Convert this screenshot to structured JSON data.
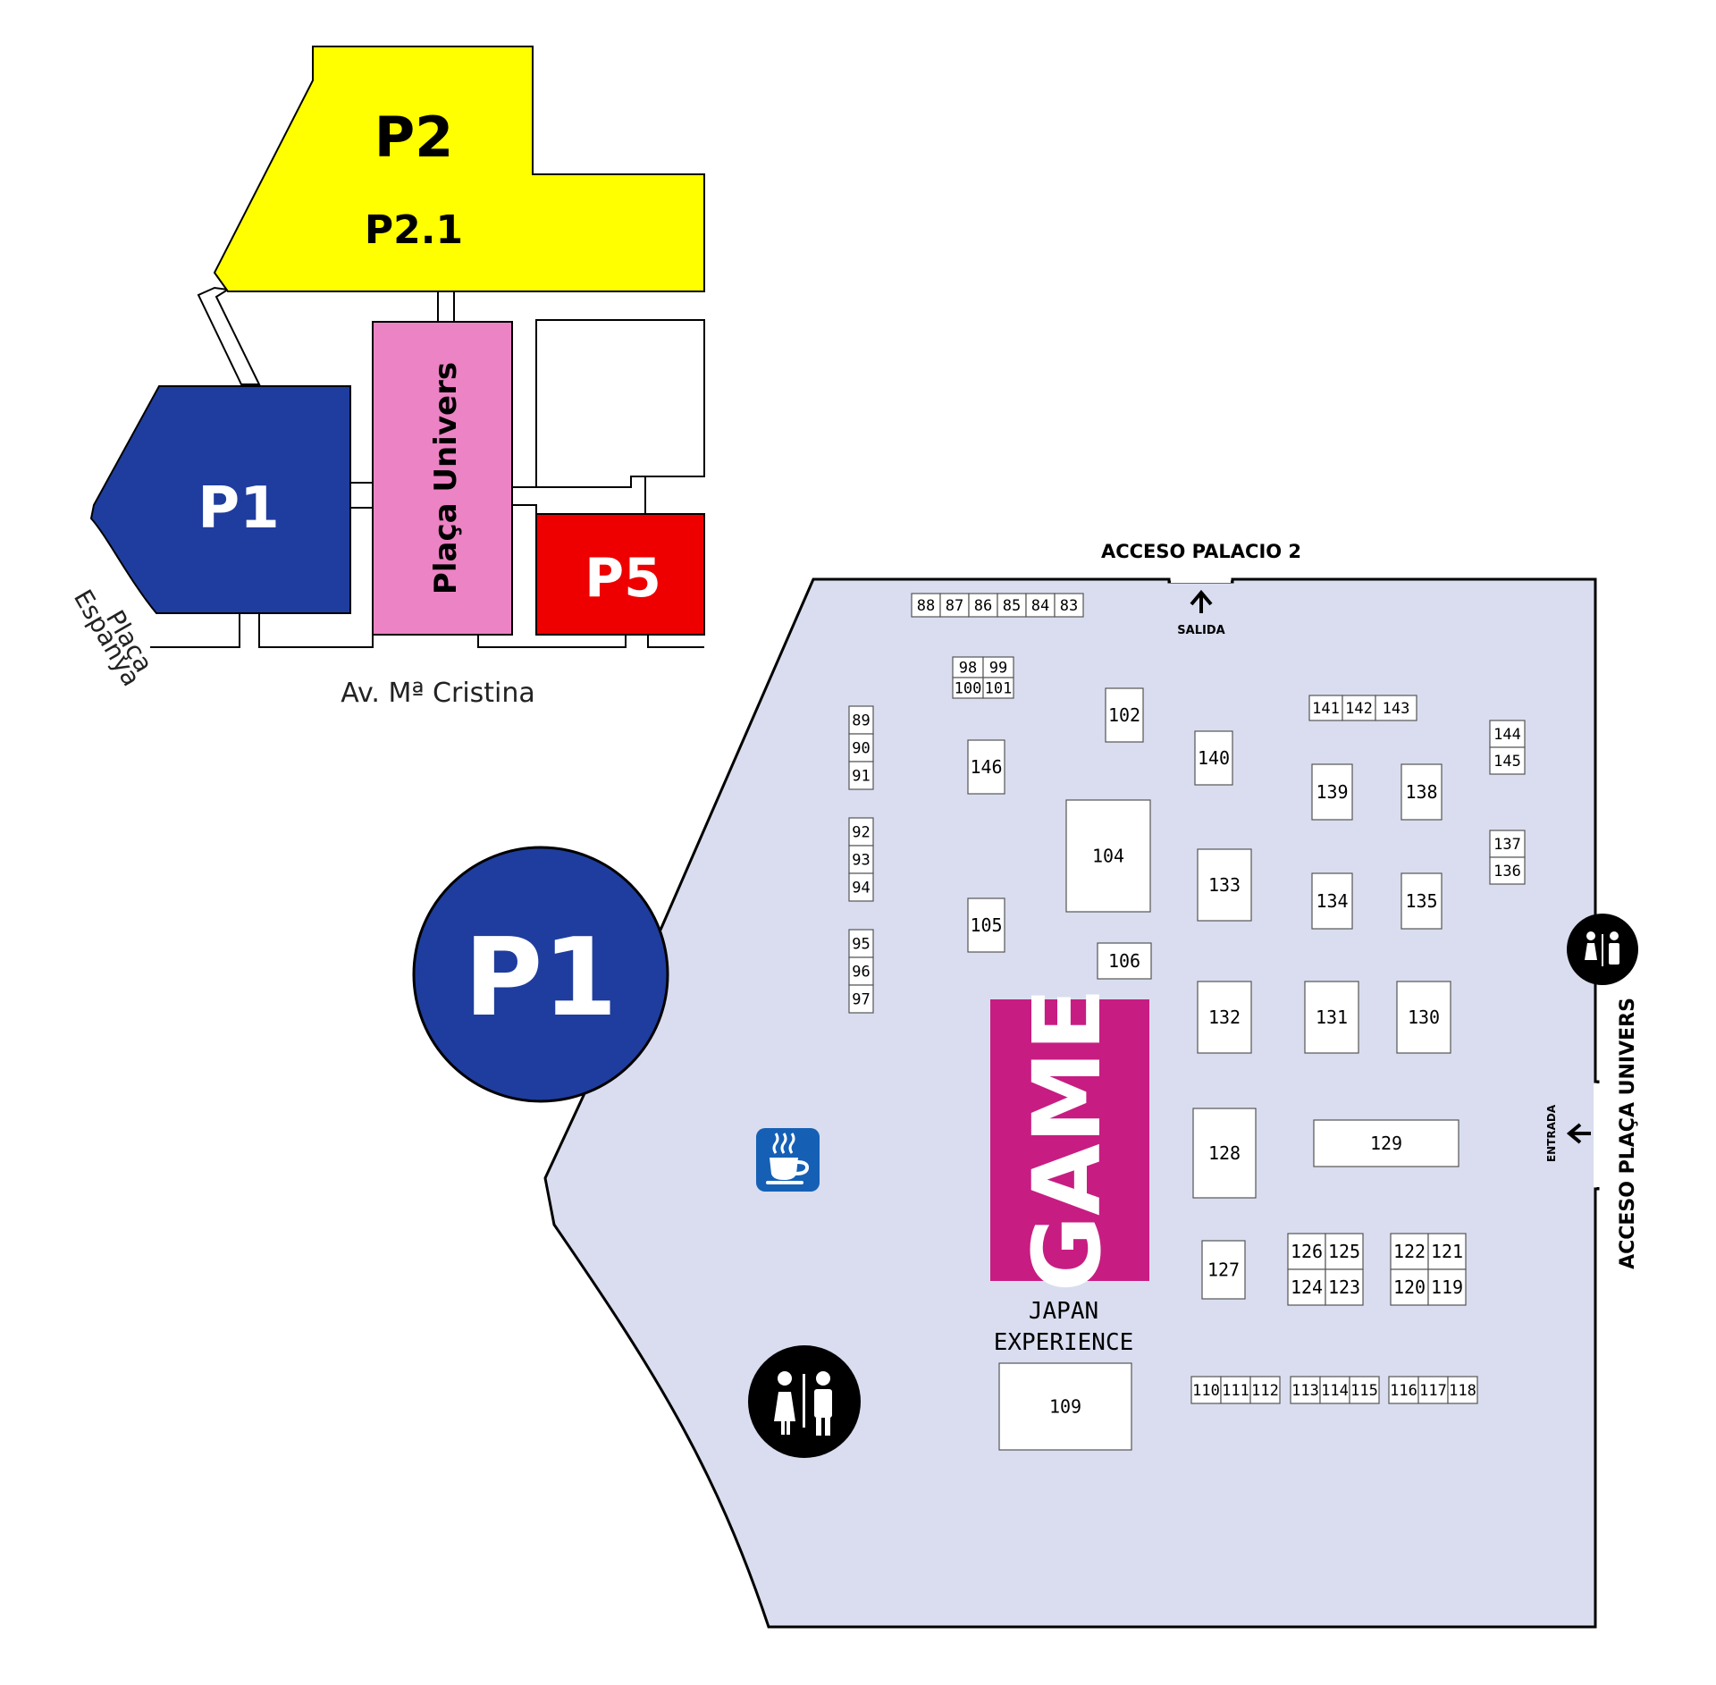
{
  "colors": {
    "p2": "#ffff00",
    "p1": "#1f3d9e",
    "placa": "#ec83c4",
    "p5": "#ee0000",
    "hall": "#d9ddef",
    "game": "#c71d82",
    "coffee": "#1560b5",
    "outline": "#000000"
  },
  "overview": {
    "p2_label": "P2",
    "p21_label": "P2.1",
    "p1_label": "P1",
    "placa_label": "Plaça Univers",
    "p5_label": "P5",
    "street_label": "Av. Mª Cristina",
    "placa_espanya_line1": "Plaça",
    "placa_espanya_line2": "Espanya"
  },
  "hall": {
    "p1_badge": "P1",
    "acceso_palacio": "ACCESO PALACIO 2",
    "salida": "SALIDA",
    "entrada": "ENTRADA",
    "acceso_placa": "ACCESO PLAÇA UNIVERS",
    "game_label": "GAME",
    "japan_line1": "JAPAN",
    "japan_line2": "EXPERIENCE",
    "icons": {
      "restroom_right": "restroom-icon",
      "restroom_left": "restroom-icon",
      "coffee": "coffee-icon",
      "arrow_up": "arrow-up-icon",
      "arrow_left": "arrow-left-icon"
    },
    "booths": {
      "b88": "88",
      "b87": "87",
      "b86": "86",
      "b85": "85",
      "b84": "84",
      "b83": "83",
      "b98": "98",
      "b99": "99",
      "b100": "100",
      "b101": "101",
      "b89": "89",
      "b90": "90",
      "b91": "91",
      "b92": "92",
      "b93": "93",
      "b94": "94",
      "b95": "95",
      "b96": "96",
      "b97": "97",
      "b102": "102",
      "b104": "104",
      "b105": "105",
      "b106": "106",
      "b109": "109",
      "b110": "110",
      "b111": "111",
      "b112": "112",
      "b113": "113",
      "b114": "114",
      "b115": "115",
      "b116": "116",
      "b117": "117",
      "b118": "118",
      "b119": "119",
      "b120": "120",
      "b121": "121",
      "b122": "122",
      "b123": "123",
      "b124": "124",
      "b125": "125",
      "b126": "126",
      "b127": "127",
      "b128": "128",
      "b129": "129",
      "b130": "130",
      "b131": "131",
      "b132": "132",
      "b133": "133",
      "b134": "134",
      "b135": "135",
      "b136": "136",
      "b137": "137",
      "b138": "138",
      "b139": "139",
      "b140": "140",
      "b141": "141",
      "b142": "142",
      "b143": "143",
      "b144": "144",
      "b145": "145",
      "b146": "146"
    }
  }
}
